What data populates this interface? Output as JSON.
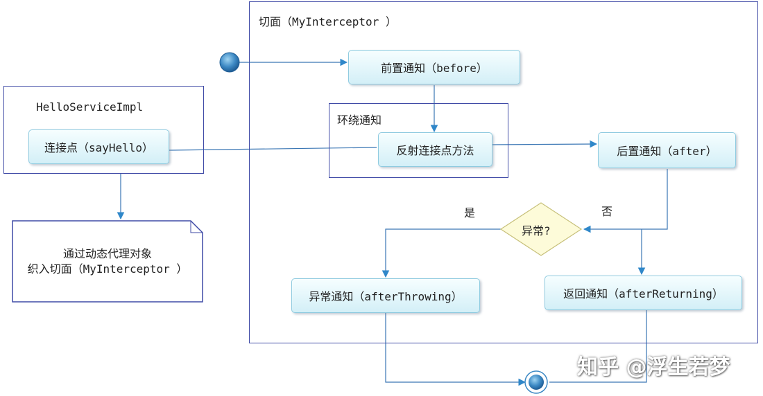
{
  "aspect": {
    "title": "切面（MyInterceptor ）"
  },
  "around": {
    "title": "环绕通知"
  },
  "impl": {
    "title": "HelloServiceImpl"
  },
  "nodes": {
    "joinpoint": "连接点（sayHello）",
    "before": "前置通知（before）",
    "reflect": "反射连接点方法",
    "after": "后置通知（after）",
    "throwing": "异常通知（afterThrowing）",
    "returning": "返回通知（afterReturning）"
  },
  "decision": {
    "label": "异常?",
    "yes": "是",
    "no": "否"
  },
  "note": {
    "line1": "通过动态代理对象",
    "line2": "织入切面（MyInterceptor ）"
  },
  "watermark": "知乎 @浮生若梦",
  "colors": {
    "frame": "#3f4aa6",
    "arrow": "#2f87c9",
    "line": "#3a76b4",
    "diamond_fill": "#fdfbd9",
    "diamond_border": "#c7c07a"
  }
}
